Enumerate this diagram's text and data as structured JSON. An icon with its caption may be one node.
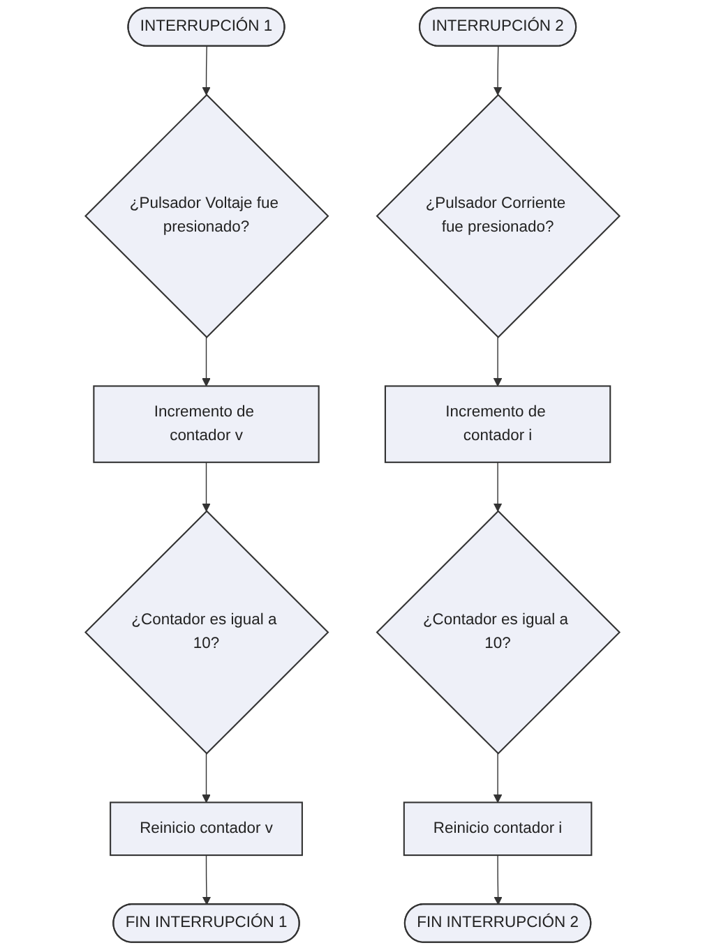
{
  "diagram": {
    "nodes": [
      {
        "text": [
          "INTERRUPCIÓN 1"
        ]
      },
      {
        "text": [
          "¿Pulsador Voltaje fue presionado?"
        ]
      },
      {
        "text": [
          "Incremento de contador v"
        ]
      },
      {
        "text": [
          "¿Contador es igual a 10?"
        ]
      },
      {
        "text": [
          "Reinicio contador v"
        ]
      },
      {
        "text": [
          "FIN INTERRUPCIÓN 1"
        ]
      },
      {
        "text": [
          "INTERRUPCIÓN 2"
        ]
      },
      {
        "text": [
          "¿Pulsador Corriente fue presionado?"
        ]
      },
      {
        "text": [
          "Incremento de contador i"
        ]
      },
      {
        "text": [
          "¿Contador es igual a 10?"
        ]
      },
      {
        "text": [
          "Reinicio contador i"
        ]
      },
      {
        "text": [
          "FIN INTERRUPCIÓN 2"
        ]
      }
    ],
    "edges": [
      {
        "from": 0,
        "to": 1,
        "arrow": "to"
      },
      {
        "from": 1,
        "to": 2,
        "arrow": "to"
      },
      {
        "from": 2,
        "to": 3,
        "arrow": "to"
      },
      {
        "from": 3,
        "to": 4,
        "arrow": "to"
      },
      {
        "from": 4,
        "to": 5,
        "arrow": "to"
      },
      {
        "from": 6,
        "to": 7,
        "arrow": "to"
      },
      {
        "from": 7,
        "to": 8,
        "arrow": "to"
      },
      {
        "from": 8,
        "to": 9,
        "arrow": "to"
      },
      {
        "from": 9,
        "to": 10,
        "arrow": "to"
      },
      {
        "from": 10,
        "to": 11,
        "arrow": "to"
      }
    ]
  }
}
